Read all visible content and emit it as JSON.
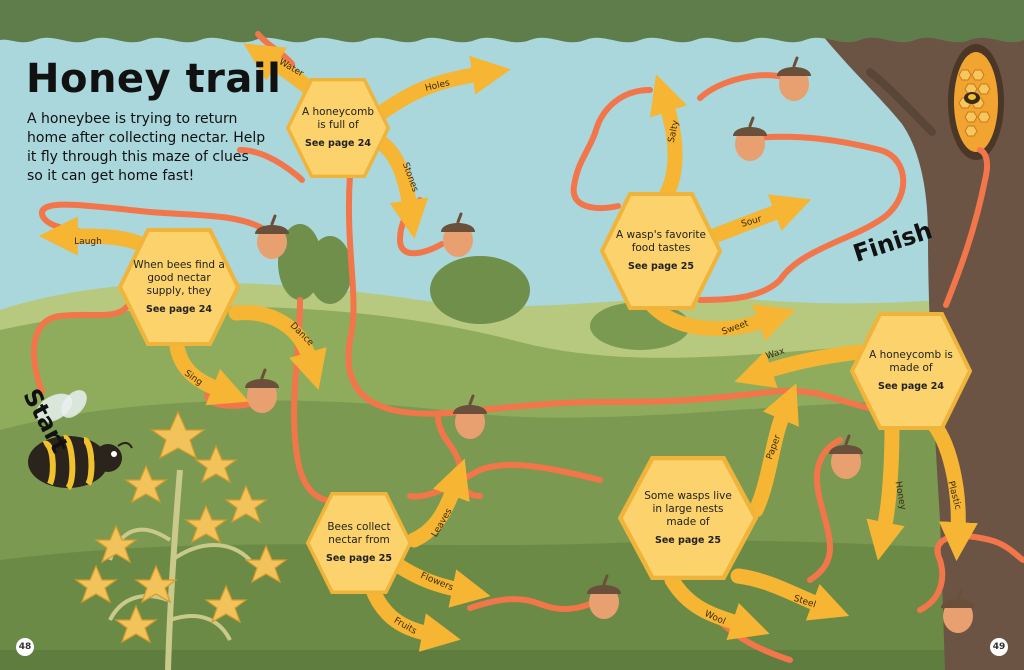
{
  "page": {
    "title": "Honey trail",
    "intro": "A honeybee is trying to return home after collecting nectar. Help it fly through this maze of clues so it can get home fast!",
    "start_label": "Start",
    "finish_label": "Finish",
    "page_left": "48",
    "page_right": "49"
  },
  "clues": [
    {
      "text": "When bees find a good nectar supply, they",
      "ref": "See page 24"
    },
    {
      "text": "A honeycomb is full of",
      "ref": "See page 24"
    },
    {
      "text": "A wasp's favorite food tastes",
      "ref": "See page 25"
    },
    {
      "text": "Bees collect nectar from",
      "ref": "See page 25"
    },
    {
      "text": "Some wasps live in large nests made of",
      "ref": "See page 25"
    },
    {
      "text": "A honeycomb is made of",
      "ref": "See page 24"
    }
  ],
  "arrows": [
    "Laugh",
    "Sing",
    "Dance",
    "Water",
    "Holes",
    "Stones",
    "Salty",
    "Sour",
    "Sweet",
    "Leaves",
    "Flowers",
    "Fruits",
    "Paper",
    "Wool",
    "Steel",
    "Wax",
    "Honey",
    "Plastic"
  ],
  "colors": {
    "sky": "#a9d7dc",
    "hex_fill": "#fbd26b",
    "hex_border": "#f0b43a",
    "arrow": "#f6b532",
    "path": "#f2764a",
    "tree": "#6b5444",
    "canopy": "#5e7d4a",
    "acorn_body": "#e8a070",
    "acorn_cap": "#6a4f3a"
  }
}
